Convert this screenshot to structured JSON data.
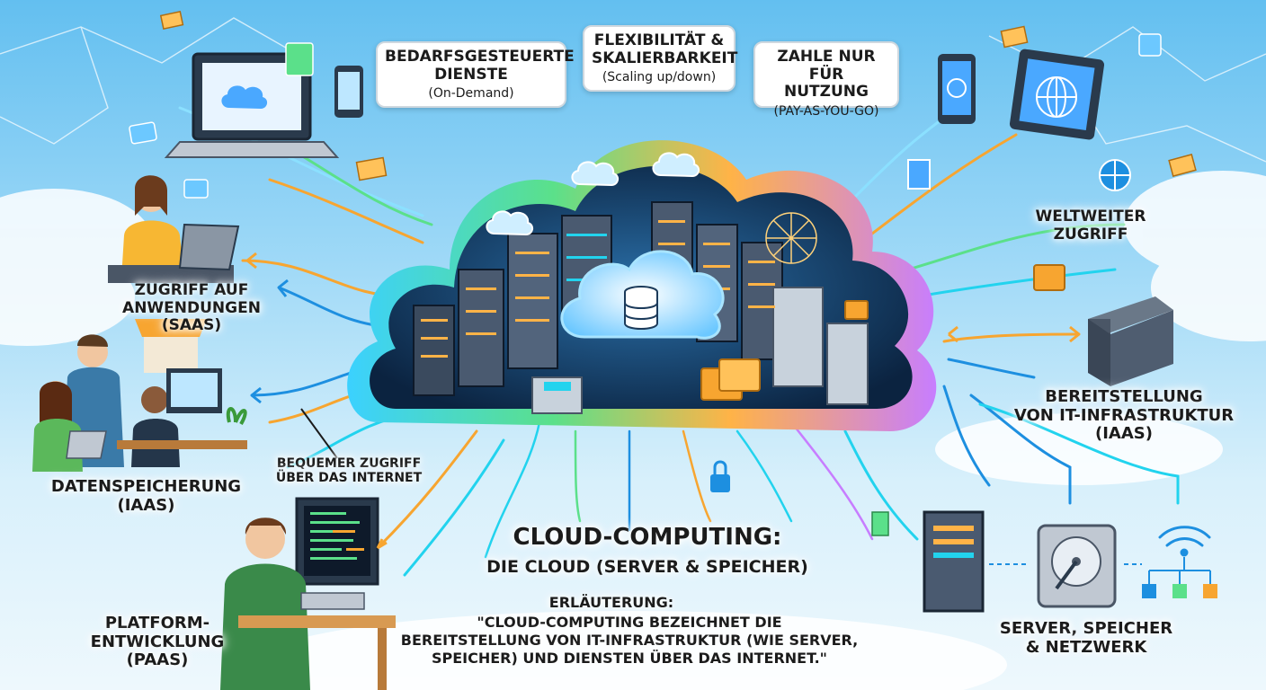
{
  "top_boxes": [
    {
      "title_line1": "BEDARFSGESTEUERTE",
      "title_line2": "DIENSTE",
      "subtitle": "(On-Demand)"
    },
    {
      "title_line1": "FLEXIBILITÄT &",
      "title_line2": "SKALIERBARKEIT",
      "subtitle": "(Scaling up/down)"
    },
    {
      "title_line1": "ZAHLE NUR FÜR",
      "title_line2": "NUTZUNG",
      "subtitle": "(PAY-AS-YOU-GO)"
    }
  ],
  "left_labels": {
    "saas_line1": "ZUGRIFF AUF",
    "saas_line2": "ANWENDUNGEN (SAAS)",
    "storage_line1": "DATENSPEICHERUNG",
    "storage_line2": "(IAAS)",
    "paas_line1": "PLATFORM-",
    "paas_line2": "ENTWICKLUNG",
    "paas_line3": "(PAAS)"
  },
  "center_labels": {
    "internet_line1": "BEQUEMER ZUGRIFF",
    "internet_line2": "ÜBER DAS INTERNET",
    "title": "CLOUD-COMPUTING:",
    "subtitle": "DIE CLOUD (SERVER & SPEICHER)",
    "explanation_heading": "ERLÄUTERUNG:",
    "explanation_line1": "\"CLOUD-COMPUTING BEZEICHNET DIE",
    "explanation_line2": "BEREITSTELLUNG VON IT-INFRASTRUKTUR (WIE SERVER,",
    "explanation_line3": "SPEICHER) UND DIENSTEN ÜBER DAS INTERNET.\""
  },
  "right_labels": {
    "global_line1": "WELTWEITER",
    "global_line2": "ZUGRIFF",
    "iaas_line1": "BEREITSTELLUNG",
    "iaas_line2": "VON IT-INFRASTRUKTUR",
    "iaas_line3": "(IAAS)",
    "network_line1": "SERVER, SPEICHER",
    "network_line2": "& NETZWERK"
  },
  "icons": [
    "cloud-icon",
    "laptop-icon",
    "smartphone-icon",
    "tablet-icon",
    "globe-icon",
    "envelope-icon",
    "folder-icon",
    "database-icon",
    "server-rack-icon",
    "hard-drive-icon",
    "wifi-icon",
    "network-icon",
    "lock-icon",
    "person-icon"
  ],
  "colors": {
    "sky": "#63bff0",
    "cloud_inner": "#0e2a4a",
    "accent_cyan": "#22d3ee",
    "accent_orange": "#f7a530",
    "accent_blue": "#1d8fe0",
    "text": "#1b1b1b"
  }
}
